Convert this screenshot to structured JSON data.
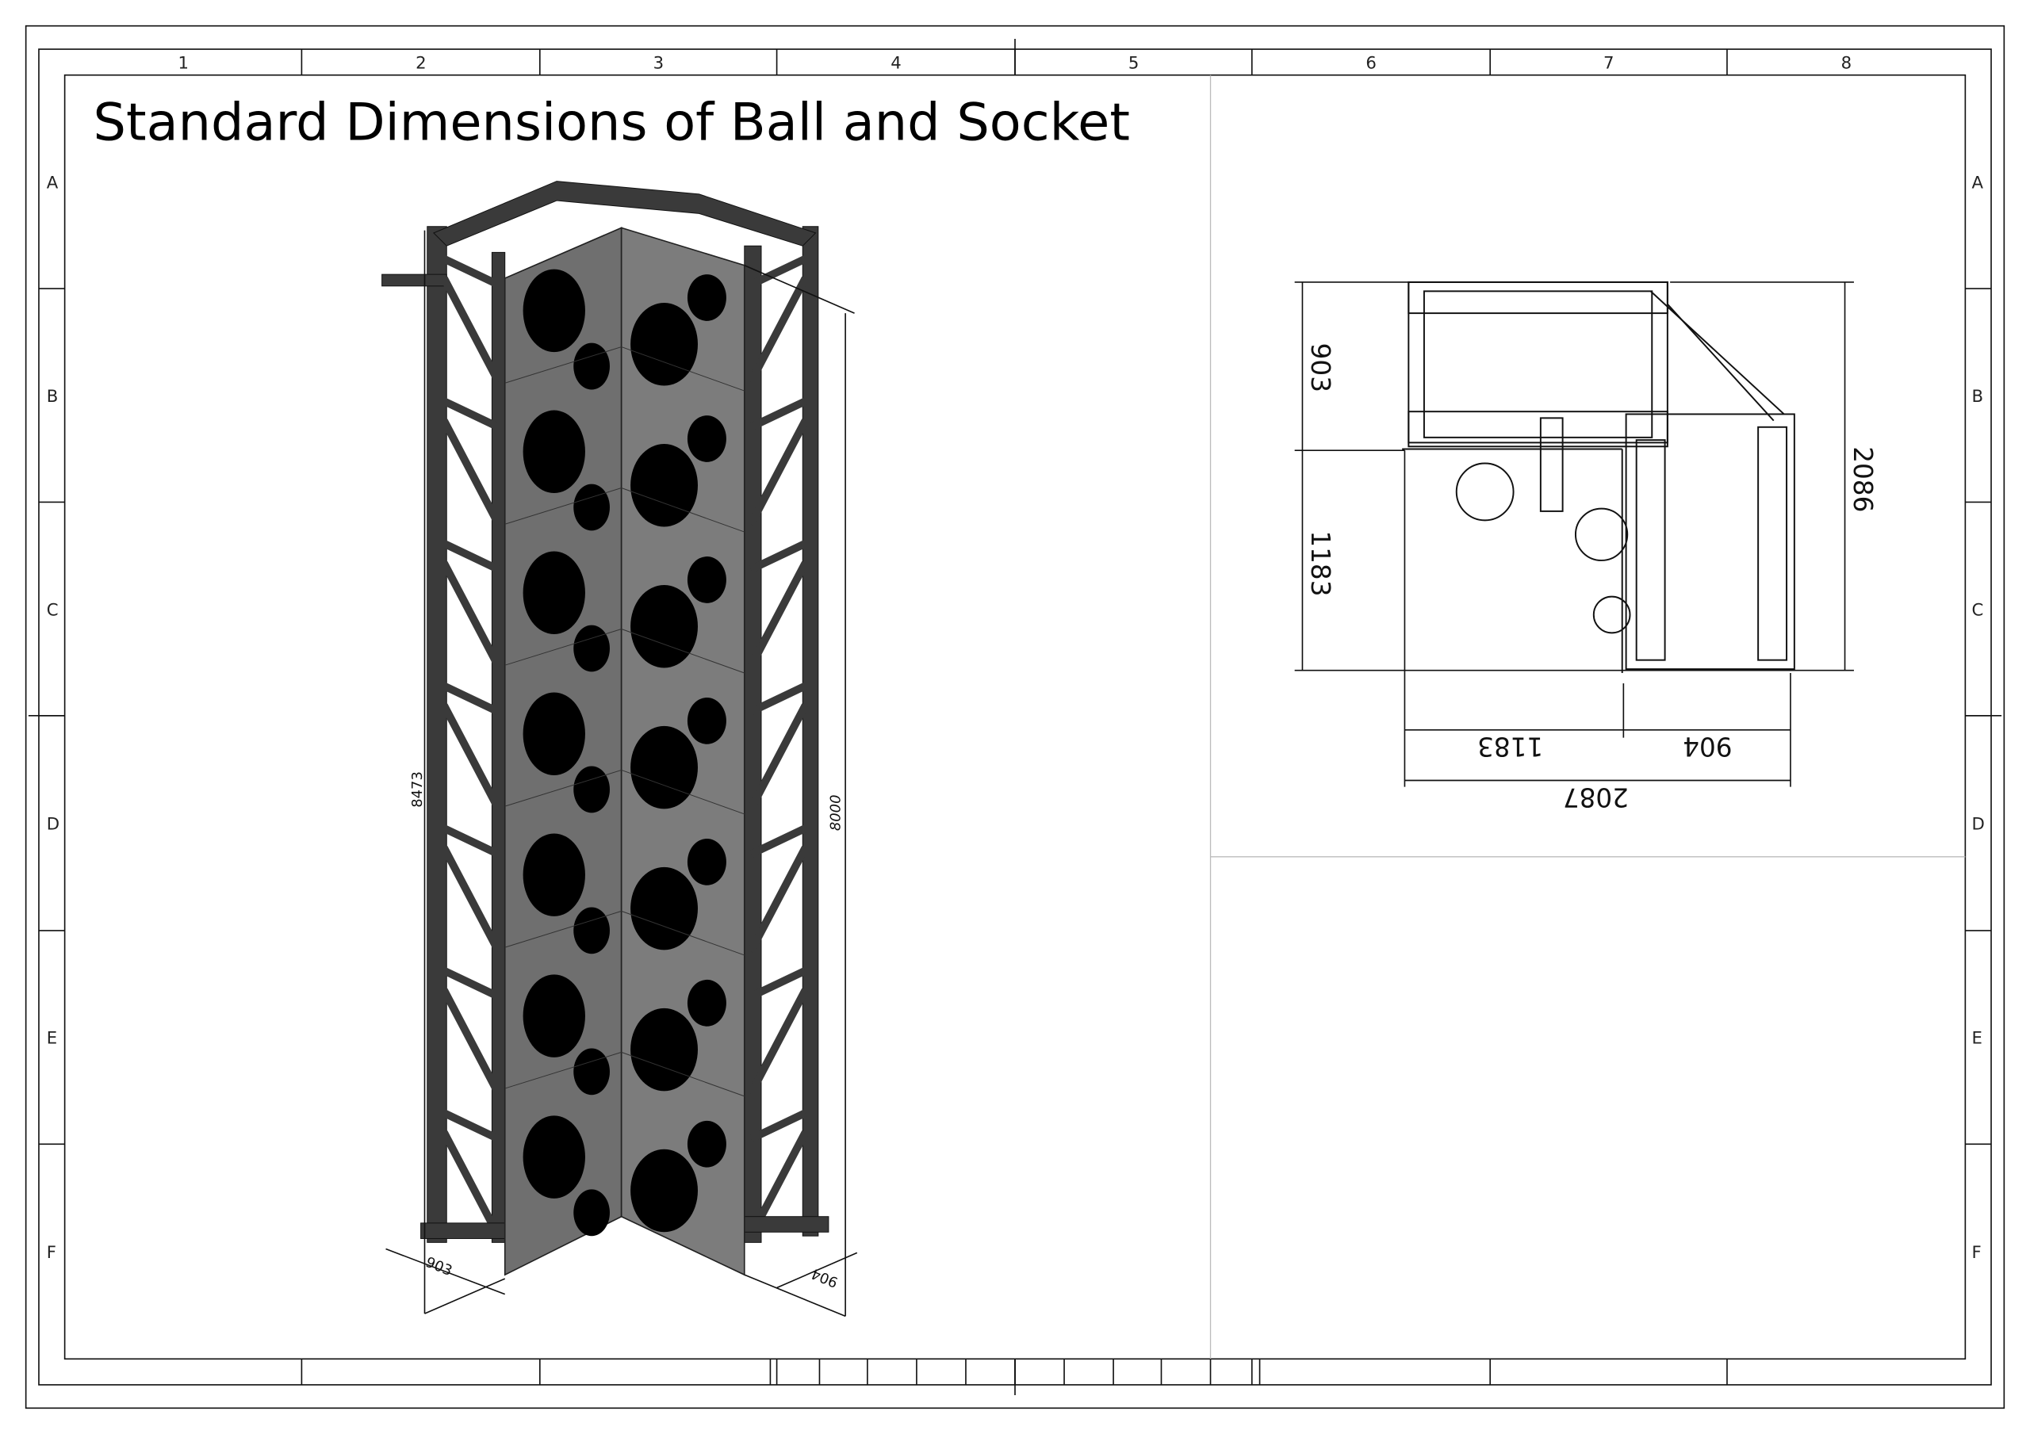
{
  "title": "Standard Dimensions of Ball and Socket",
  "frame": {
    "columns": [
      "1",
      "2",
      "3",
      "4",
      "5",
      "6",
      "7",
      "8"
    ],
    "rows": [
      "A",
      "B",
      "C",
      "D",
      "E",
      "F"
    ]
  },
  "iso_view": {
    "dimensions": {
      "total_height": "8473",
      "panel_height": "8000",
      "left_width": "903",
      "right_width": "904"
    }
  },
  "plan_view": {
    "dimensions": {
      "left_upper": "903",
      "left_lower": "1183",
      "right_total": "2086",
      "bottom_left": "1183",
      "bottom_right": "904",
      "bottom_total": "2087"
    }
  }
}
